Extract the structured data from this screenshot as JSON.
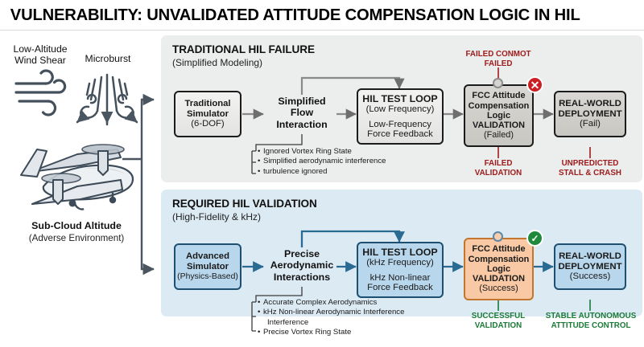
{
  "title": "VULNERABILITY: UNVALIDATED ATTITUDE COMPENSATION LOGIC IN HIL",
  "colors": {
    "panel_top_bg": "#eceded",
    "panel_bottom_bg": "#dceaf4",
    "fail_red": "#9e1b1b",
    "success_green": "#1a7a36",
    "blue_box": "#b9d7ec",
    "blue_border": "#1d4f70",
    "peach_box": "#f8c9a4",
    "peach_border": "#c4762f",
    "badge_fail": "#cc1f24",
    "badge_success": "#1f8a3b",
    "icon_stroke": "#44505c"
  },
  "left_column": {
    "wind_shear": {
      "icon": "wind-icon",
      "line1": "Low-Altitude",
      "line2": "Wind Shear"
    },
    "microburst": {
      "icon": "microburst-icon",
      "label": "Microburst"
    },
    "aircraft": {
      "icon": "evtol-aircraft-icon",
      "label": "Sub-Cloud Altitude",
      "sub": "(Adverse Environment)"
    }
  },
  "panels": [
    {
      "id": "traditional",
      "title": "TRADITIONAL HIL FAILURE",
      "subtitle": "(Simplified Modeling)",
      "nodes": {
        "simulator": {
          "l1": "Traditional",
          "l2": "Simulator",
          "l3": "(6-DOF)"
        },
        "flow": {
          "line1": "Simplified",
          "line2": "Flow",
          "line3": "Interaction"
        },
        "hil": {
          "l1": "HIL TEST LOOP",
          "l2": "(Low Frequency)",
          "l3": "Low-Frequency",
          "l4": "Force Feedback"
        },
        "fcc": {
          "l1": "FCC Attitude",
          "l2": "Compensation",
          "l3": "Logic",
          "l4": "VALIDATION",
          "l5": "(Failed)",
          "badge": "✕",
          "badge_name": "fail-badge"
        },
        "deployment": {
          "l1": "REAL-WORLD",
          "l2": "DEPLOYMENT",
          "l3": "(Fail)"
        }
      },
      "notes": [
        "Ignored Vortex Ring State",
        "Simplified aerodynamic interference",
        "turbulence ignored"
      ],
      "captions": {
        "top": [
          "FAILED CONMOT",
          "FAILED"
        ],
        "fcc": [
          "FAILED",
          "VALIDATION"
        ],
        "deployment": [
          "UNPREDICTED",
          "STALL & CRASH"
        ]
      }
    },
    {
      "id": "required",
      "title": "REQUIRED HIL VALIDATION",
      "subtitle": "(High-Fidelity & kHz)",
      "nodes": {
        "simulator": {
          "l1": "Advanced",
          "l2": "Simulator",
          "l3": "(Physics-Based)"
        },
        "flow": {
          "line1": "Precise",
          "line2": "Aerodynamic",
          "line3": "Interactions"
        },
        "hil": {
          "l1": "HIL TEST LOOP",
          "l2": "(kHz Frequency)",
          "l3": "kHz Non-linear",
          "l4": "Force Feedback"
        },
        "fcc": {
          "l1": "FCC Attitude",
          "l2": "Compensation",
          "l3": "Logic",
          "l4": "VALIDATION",
          "l5": "(Success)",
          "badge": "✓",
          "badge_name": "success-badge"
        },
        "deployment": {
          "l1": "REAL-WORLD",
          "l2": "DEPLOYMENT",
          "l3": "(Success)"
        }
      },
      "notes": [
        "Accurate Complex Aerodynamics",
        "kHz Non-linear Aerodynamic Interference",
        "Interference",
        "Precise Vortex Ring State"
      ],
      "captions": {
        "fcc": [
          "SUCCESSFUL",
          "VALIDATION"
        ],
        "deployment": [
          "STABLE AUTONOMOUS",
          "ATTITUDE CONTROL"
        ]
      }
    }
  ]
}
